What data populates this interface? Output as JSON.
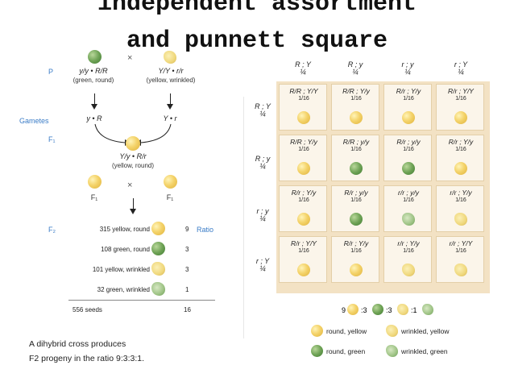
{
  "title": {
    "line1": "independent assortment",
    "line2": "and punnett square"
  },
  "left": {
    "p_label": "P",
    "gametes_label": "Gametes",
    "f1_label": "F₁",
    "f2_label": "F₂",
    "cross_symbol": "×",
    "parent1": {
      "genotype": "y/y • R/R",
      "phenotype": "(green, round)"
    },
    "parent2": {
      "genotype": "Y/Y • r/r",
      "phenotype": "(yellow, wrinkled)"
    },
    "gamete1": "y • R",
    "gamete2": "Y • r",
    "f1": {
      "genotype": "Y/y • R/r",
      "phenotype": "(yellow, round)"
    },
    "f1_left": "F₁",
    "f1_right": "F₁",
    "ratio_label": "Ratio",
    "f2_rows": [
      {
        "text": "315 yellow, round",
        "ratio": "9",
        "pea": "yellow"
      },
      {
        "text": "108 green, round",
        "ratio": "3",
        "pea": "green"
      },
      {
        "text": "101 yellow, wrinkled",
        "ratio": "3",
        "pea": "wy"
      },
      {
        "text": "32 green, wrinkled",
        "ratio": "1",
        "pea": "wg"
      }
    ],
    "total": {
      "text": "556 seeds",
      "value": "16"
    }
  },
  "punnett": {
    "col_headers": [
      {
        "gamete": "R ; Y",
        "frac": "¼"
      },
      {
        "gamete": "R ; y",
        "frac": "¼"
      },
      {
        "gamete": "r ; y",
        "frac": "¼"
      },
      {
        "gamete": "r ; Y",
        "frac": "¼"
      }
    ],
    "row_headers": [
      {
        "gamete": "R ; Y",
        "frac": "¼"
      },
      {
        "gamete": "R ; y",
        "frac": "¼"
      },
      {
        "gamete": "r ; y",
        "frac": "¼"
      },
      {
        "gamete": "r ; Y",
        "frac": "¼"
      }
    ],
    "cell_fraction": "1/16",
    "rows": [
      [
        {
          "genotype": "R/R ; Y/Y",
          "pea": "yellow"
        },
        {
          "genotype": "R/R ; Y/y",
          "pea": "yellow"
        },
        {
          "genotype": "R/r ; Y/y",
          "pea": "yellow"
        },
        {
          "genotype": "R/r ; Y/Y",
          "pea": "yellow"
        }
      ],
      [
        {
          "genotype": "R/R ; Y/y",
          "pea": "yellow"
        },
        {
          "genotype": "R/R ; y/y",
          "pea": "green"
        },
        {
          "genotype": "R/r ; y/y",
          "pea": "green"
        },
        {
          "genotype": "R/r ; Y/y",
          "pea": "yellow"
        }
      ],
      [
        {
          "genotype": "R/r ; Y/y",
          "pea": "yellow"
        },
        {
          "genotype": "R/r ; y/y",
          "pea": "green"
        },
        {
          "genotype": "r/r ; y/y",
          "pea": "wg"
        },
        {
          "genotype": "r/r ; Y/y",
          "pea": "wy"
        }
      ],
      [
        {
          "genotype": "R/r ; Y/Y",
          "pea": "yellow"
        },
        {
          "genotype": "R/r ; Y/y",
          "pea": "yellow"
        },
        {
          "genotype": "r/r ; Y/y",
          "pea": "wy"
        },
        {
          "genotype": "r/r ; Y/Y",
          "pea": "wy"
        }
      ]
    ]
  },
  "ratio_line": {
    "n9": "9",
    "n3a": "3",
    "n3b": "3",
    "n1": "1",
    "sep": ":"
  },
  "legend": [
    {
      "label": "round, yellow",
      "pea": "yellow"
    },
    {
      "label": "wrinkled, yellow",
      "pea": "wy"
    },
    {
      "label": "round, green",
      "pea": "green"
    },
    {
      "label": "wrinkled, green",
      "pea": "wg"
    }
  ],
  "caption": {
    "line1": "A dihybrid cross produces",
    "line2": "F2 progeny in the ratio 9:3:3:1."
  },
  "colors": {
    "blue_label": "#3a7cc7",
    "grid_bg": "#f3e2c4",
    "cell_bg": "#fbf5ea"
  }
}
